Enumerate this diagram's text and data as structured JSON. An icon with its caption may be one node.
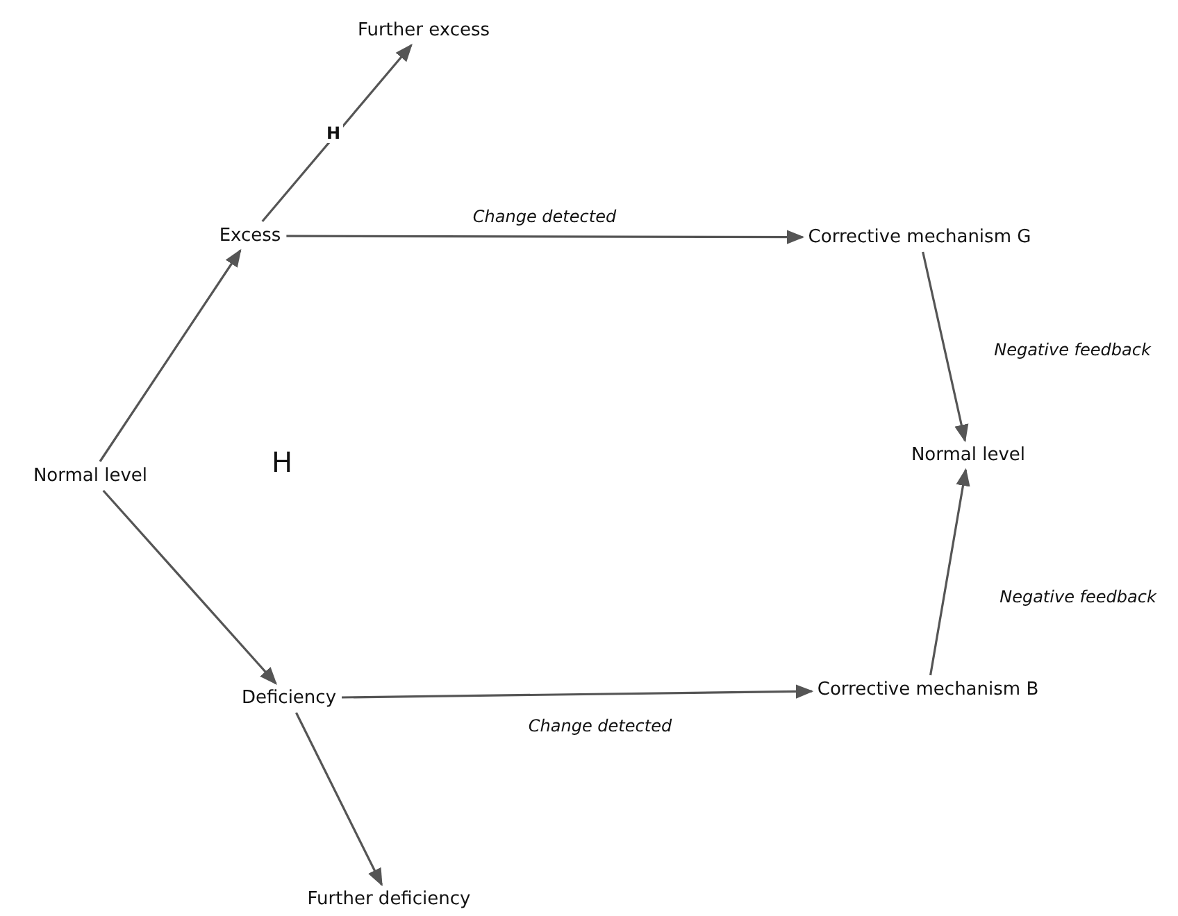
{
  "diagram": {
    "nodes": [
      {
        "text": [
          "Normal level"
        ]
      },
      {
        "text": [
          "Excess"
        ]
      },
      {
        "text": [
          "Further excess"
        ]
      },
      {
        "text": [
          "Corrective mechanism G"
        ]
      },
      {
        "text": [
          "Normal level"
        ]
      },
      {
        "text": [
          "Deficiency"
        ]
      },
      {
        "text": [
          "Corrective mechanism B"
        ]
      },
      {
        "text": [
          "Further deficiency"
        ]
      }
    ],
    "edges": [
      {
        "from": 0,
        "to": 1,
        "arrow": "to"
      },
      {
        "from": 1,
        "to": 2,
        "arrow": "to",
        "label": "H"
      },
      {
        "from": 1,
        "to": 3,
        "arrow": "to",
        "label": "Change detected"
      },
      {
        "from": 3,
        "to": 4,
        "arrow": "to",
        "label": "Negative feedback"
      },
      {
        "from": 0,
        "to": 5,
        "arrow": "to"
      },
      {
        "from": 5,
        "to": 6,
        "arrow": "to",
        "label": "Change detected"
      },
      {
        "from": 6,
        "to": 4,
        "arrow": "to",
        "label": "Negative feedback"
      },
      {
        "from": 5,
        "to": 7,
        "arrow": "to"
      }
    ],
    "labels": [
      "H"
    ]
  }
}
